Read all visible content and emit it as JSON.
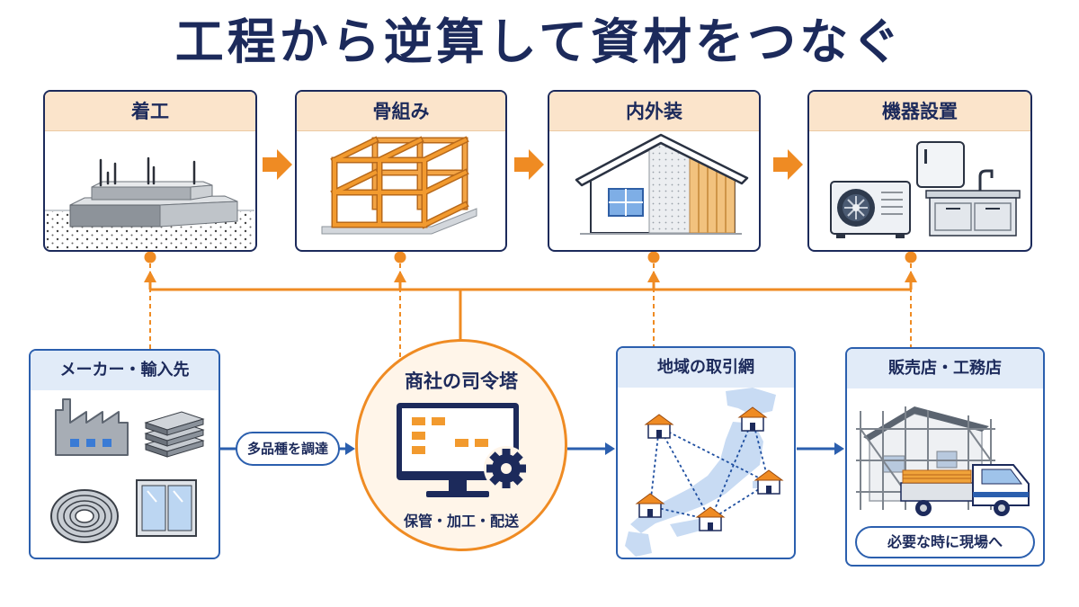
{
  "title": "工程から逆算して資材をつなぐ",
  "stages": [
    {
      "label": "着工",
      "icon": "foundation-icon"
    },
    {
      "label": "骨組み",
      "icon": "timber-frame-icon"
    },
    {
      "label": "内外装",
      "icon": "house-finishing-icon"
    },
    {
      "label": "機器設置",
      "icon": "appliances-icon"
    }
  ],
  "sources": {
    "label": "メーカー・輸入先",
    "icons": [
      "factory-icon",
      "lumber-stack-icon",
      "cable-coil-icon",
      "window-frame-icon"
    ]
  },
  "procurement": {
    "label": "多品種を調達"
  },
  "hub": {
    "title": "商社の司令塔",
    "subtitle": "保管・加工・配送",
    "icon": "monitor-gear-icon"
  },
  "network": {
    "label": "地域の取引網",
    "icon": "regional-map-icon"
  },
  "dealers": {
    "label": "販売店・工務店",
    "delivery_label": "必要な時に現場へ",
    "icons": [
      "scaffolded-building-icon",
      "delivery-truck-icon"
    ]
  },
  "colors": {
    "navy": "#1c2a5b",
    "orange": "#ef8b23",
    "blue": "#2b5fae",
    "stage_header": "#fbe4cb",
    "panel_header": "#e1ebf8",
    "hub_fill": "#fff5e9"
  }
}
